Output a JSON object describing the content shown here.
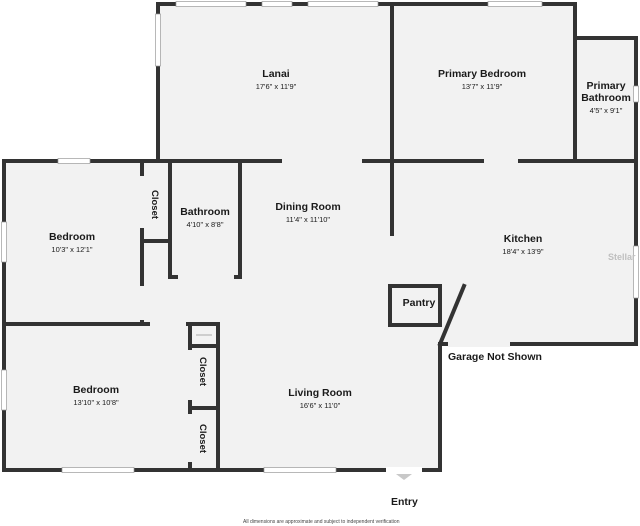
{
  "rooms": {
    "lanai": {
      "name": "Lanai",
      "dims": "17'6\" x 11'9\""
    },
    "primary_bedroom": {
      "name": "Primary Bedroom",
      "dims": "13'7\" x 11'9\""
    },
    "primary_bathroom": {
      "name_line1": "Primary",
      "name_line2": "Bathroom",
      "dims": "4'5\" x 9'1\""
    },
    "bedroom_1": {
      "name": "Bedroom",
      "dims": "10'3\" x 12'1\""
    },
    "bathroom": {
      "name": "Bathroom",
      "dims": "4'10\" x 8'8\""
    },
    "dining_room": {
      "name": "Dining Room",
      "dims": "11'4\" x 11'10\""
    },
    "kitchen": {
      "name": "Kitchen",
      "dims": "18'4\" x 13'9\""
    },
    "pantry": {
      "name": "Pantry"
    },
    "bedroom_2": {
      "name": "Bedroom",
      "dims": "13'10\" x 10'8\""
    },
    "living_room": {
      "name": "Living Room",
      "dims": "16'6\" x 11'0\""
    },
    "closet_1": {
      "name": "Closet"
    },
    "closet_2": {
      "name": "Closet"
    },
    "closet_3": {
      "name": "Closet"
    }
  },
  "notes": {
    "garage": "Garage Not Shown",
    "entry": "Entry",
    "disclaimer": "All dimensions are approximate and subject to independent verification",
    "watermark": "Stellar"
  },
  "colors": {
    "floor": "#f2f2f2",
    "wall": "#333333",
    "window": "#ffffff"
  }
}
